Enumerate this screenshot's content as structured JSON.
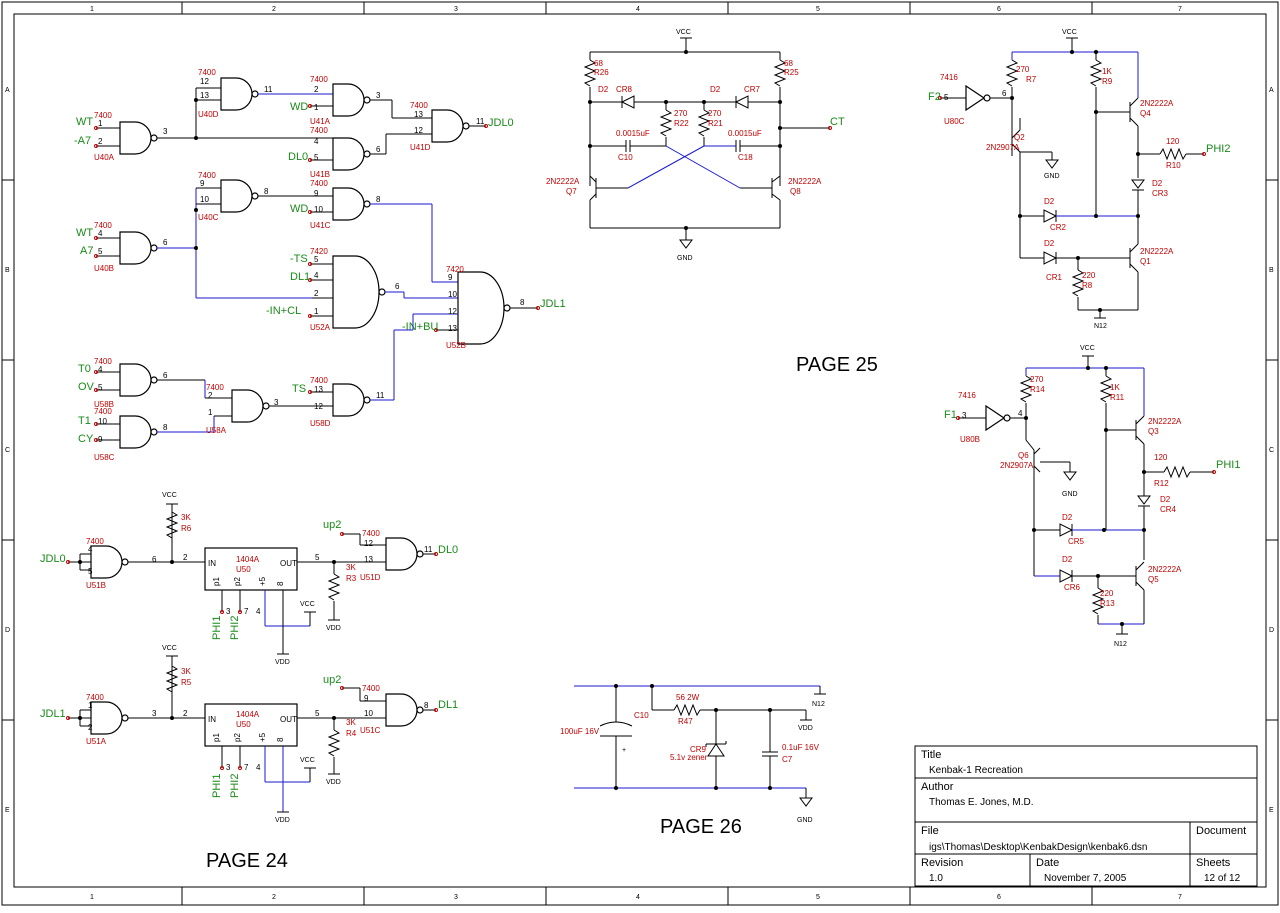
{
  "title_block": {
    "title_label": "Title",
    "title": "Kenbak-1 Recreation",
    "author_label": "Author",
    "author": "Thomas E. Jones, M.D.",
    "file_label": "File",
    "file": "igs\\Thomas\\Desktop\\KenbakDesign\\kenbak6.dsn",
    "document_label": "Document",
    "revision_label": "Revision",
    "revision": "1.0",
    "date_label": "Date",
    "date": "November 7, 2005",
    "sheets_label": "Sheets",
    "sheets": "12 of 12"
  },
  "page_labels": [
    "PAGE 25",
    "PAGE 26",
    "PAGE 24"
  ],
  "ruler": {
    "columns": [
      "1",
      "2",
      "3",
      "4",
      "5",
      "6",
      "7"
    ],
    "rows": [
      "A",
      "B",
      "C",
      "D",
      "E"
    ]
  },
  "nets": {
    "wt": "WT",
    "a7": "-A7",
    "a7b": "A7",
    "wd": "WD",
    "dl0": "DL0",
    "jdl0": "JDL0",
    "ts_bar": "-TS",
    "dl1": "DL1",
    "in_cl": "-IN+CL",
    "in_bu": "-IN+BU",
    "jdl1": "JDL1",
    "t0": "T0",
    "ov": "OV",
    "t1": "T1",
    "cy": "CY",
    "ts": "TS",
    "up2": "up2",
    "phi1": "PHI1",
    "phi2": "PHI2",
    "f1": "F1",
    "f2": "F2",
    "ct": "CT"
  },
  "power": {
    "vcc": "VCC",
    "gnd": "GND",
    "vdd": "VDD",
    "n12": "N12"
  },
  "parts": {
    "p7400": "7400",
    "p7420": "7420",
    "p7416": "7416",
    "p1404a": "1404A",
    "u40a": "U40A",
    "u40b": "U40B",
    "u40c": "U40C",
    "u40d": "U40D",
    "u41a": "U41A",
    "u41b": "U41B",
    "u41c": "U41C",
    "u41d": "U41D",
    "u52a": "U52A",
    "u52b": "U52B",
    "u58a": "U58A",
    "u58b": "U58B",
    "u58c": "U58C",
    "u58d": "U58D",
    "u51a": "U51A",
    "u51b": "U51B",
    "u51c": "U51C",
    "u51d": "U51D",
    "u50": "U50",
    "u80b": "U80B",
    "u80c": "U80C",
    "r3": "R3",
    "r4": "R4",
    "r5": "R5",
    "r6": "R6",
    "r7": "R7",
    "r8": "R8",
    "r9": "R9",
    "r10": "R10",
    "r11": "R11",
    "r12": "R12",
    "r13": "R13",
    "r14": "R14",
    "r21": "R21",
    "r22": "R22",
    "r25": "R25",
    "r26": "R26",
    "r47": "R47",
    "q1": "Q1",
    "q2": "Q2",
    "q3": "Q3",
    "q4": "Q4",
    "q5": "Q5",
    "q6": "Q6",
    "q7": "Q7",
    "q8": "Q8",
    "cr1": "CR1",
    "cr2": "CR2",
    "cr3": "CR3",
    "cr4": "CR4",
    "cr5": "CR5",
    "cr6": "CR6",
    "cr7": "CR7",
    "cr8": "CR8",
    "cr9": "CR9",
    "c7": "C7",
    "c10": "C10",
    "c18": "C18"
  },
  "values": {
    "k3": "3K",
    "k1": "1K",
    "r270": "270",
    "r220": "220",
    "r120": "120",
    "r68": "68",
    "npn": "2N2222A",
    "pnp": "2N2907A",
    "d2": "D2",
    "cap_15": "0.0015uF",
    "c_100u": "100uF 16V",
    "c_01u": "0.1uF 16V",
    "r_56": "56 2W",
    "zener": "5.1v zener"
  },
  "pins": {
    "in": "IN",
    "out": "OUT",
    "p1": "p1",
    "p2": "p2",
    "plus5": "+5",
    "n1": "1",
    "n2": "2",
    "n3": "3",
    "n4": "4",
    "n5": "5",
    "n6": "6",
    "n7": "7",
    "n8": "8",
    "n9": "9",
    "n10": "10",
    "n11": "11",
    "n12": "12",
    "n13": "13"
  }
}
